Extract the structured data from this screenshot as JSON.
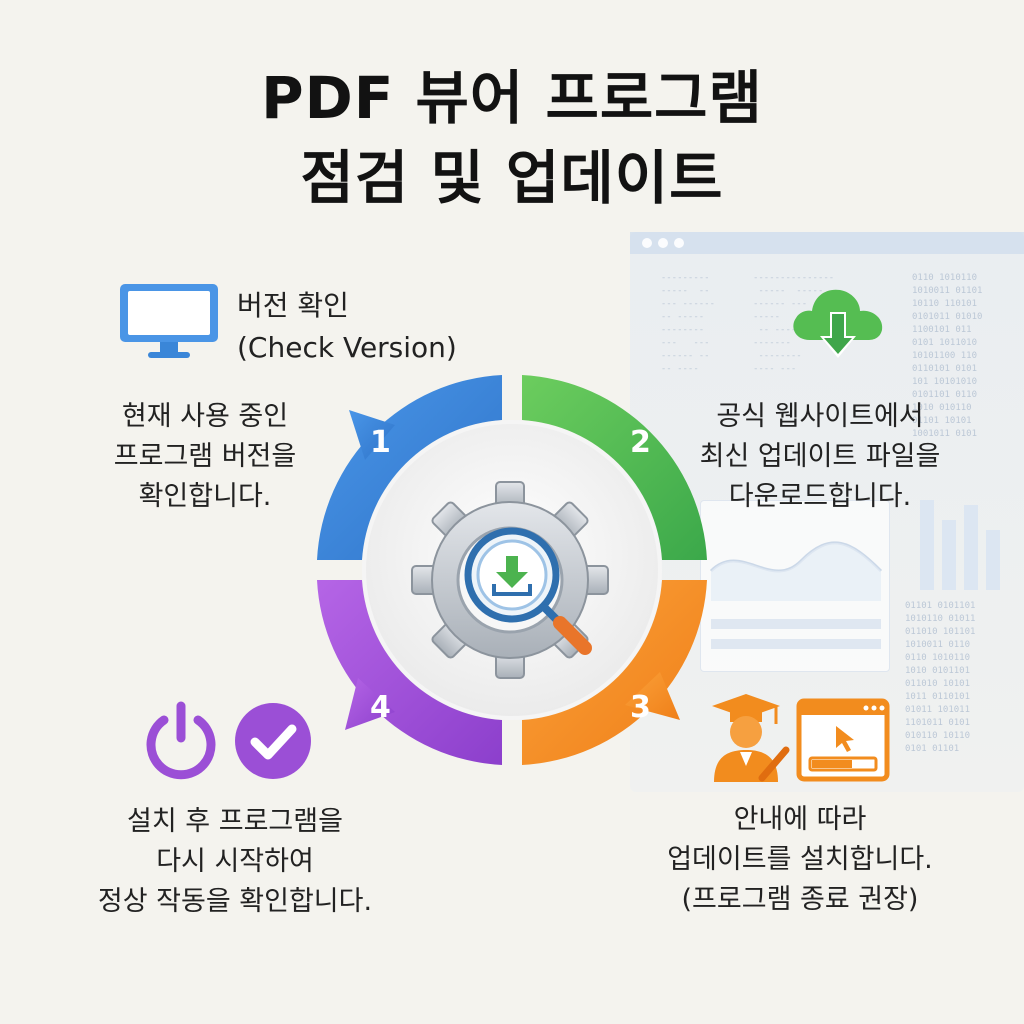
{
  "title": {
    "line1": "PDF 뷰어 프로그램",
    "line2": "점검 및 업데이트"
  },
  "step1": {
    "number": "1",
    "heading_line1": "버전 확인",
    "heading_line2": "(Check Version)",
    "desc_line1": "현재 사용 중인",
    "desc_line2": "프로그램 버전을",
    "desc_line3": "확인합니다.",
    "color": "#3a86d8",
    "icon": "monitor-icon"
  },
  "step2": {
    "number": "2",
    "desc_line1": "공식 웹사이트에서",
    "desc_line2": "최신 업데이트 파일을",
    "desc_line3": "다운로드합니다.",
    "color": "#4cb34f",
    "icon": "cloud-download-icon"
  },
  "step3": {
    "number": "3",
    "desc_line1": "안내에 따라",
    "desc_line2": "업데이트를 설치합니다.",
    "desc_line3": "(프로그램 종료 권장)",
    "color": "#f28c1e",
    "icon": "installer-icon"
  },
  "step4": {
    "number": "4",
    "desc_line1": "설치 후 프로그램을",
    "desc_line2": "다시 시작하여",
    "desc_line3": "정상 작동을 확인합니다.",
    "color": "#9b4fd6",
    "icon": "power-check-icon"
  },
  "center": {
    "icon": "gear-magnifier-download-icon"
  }
}
